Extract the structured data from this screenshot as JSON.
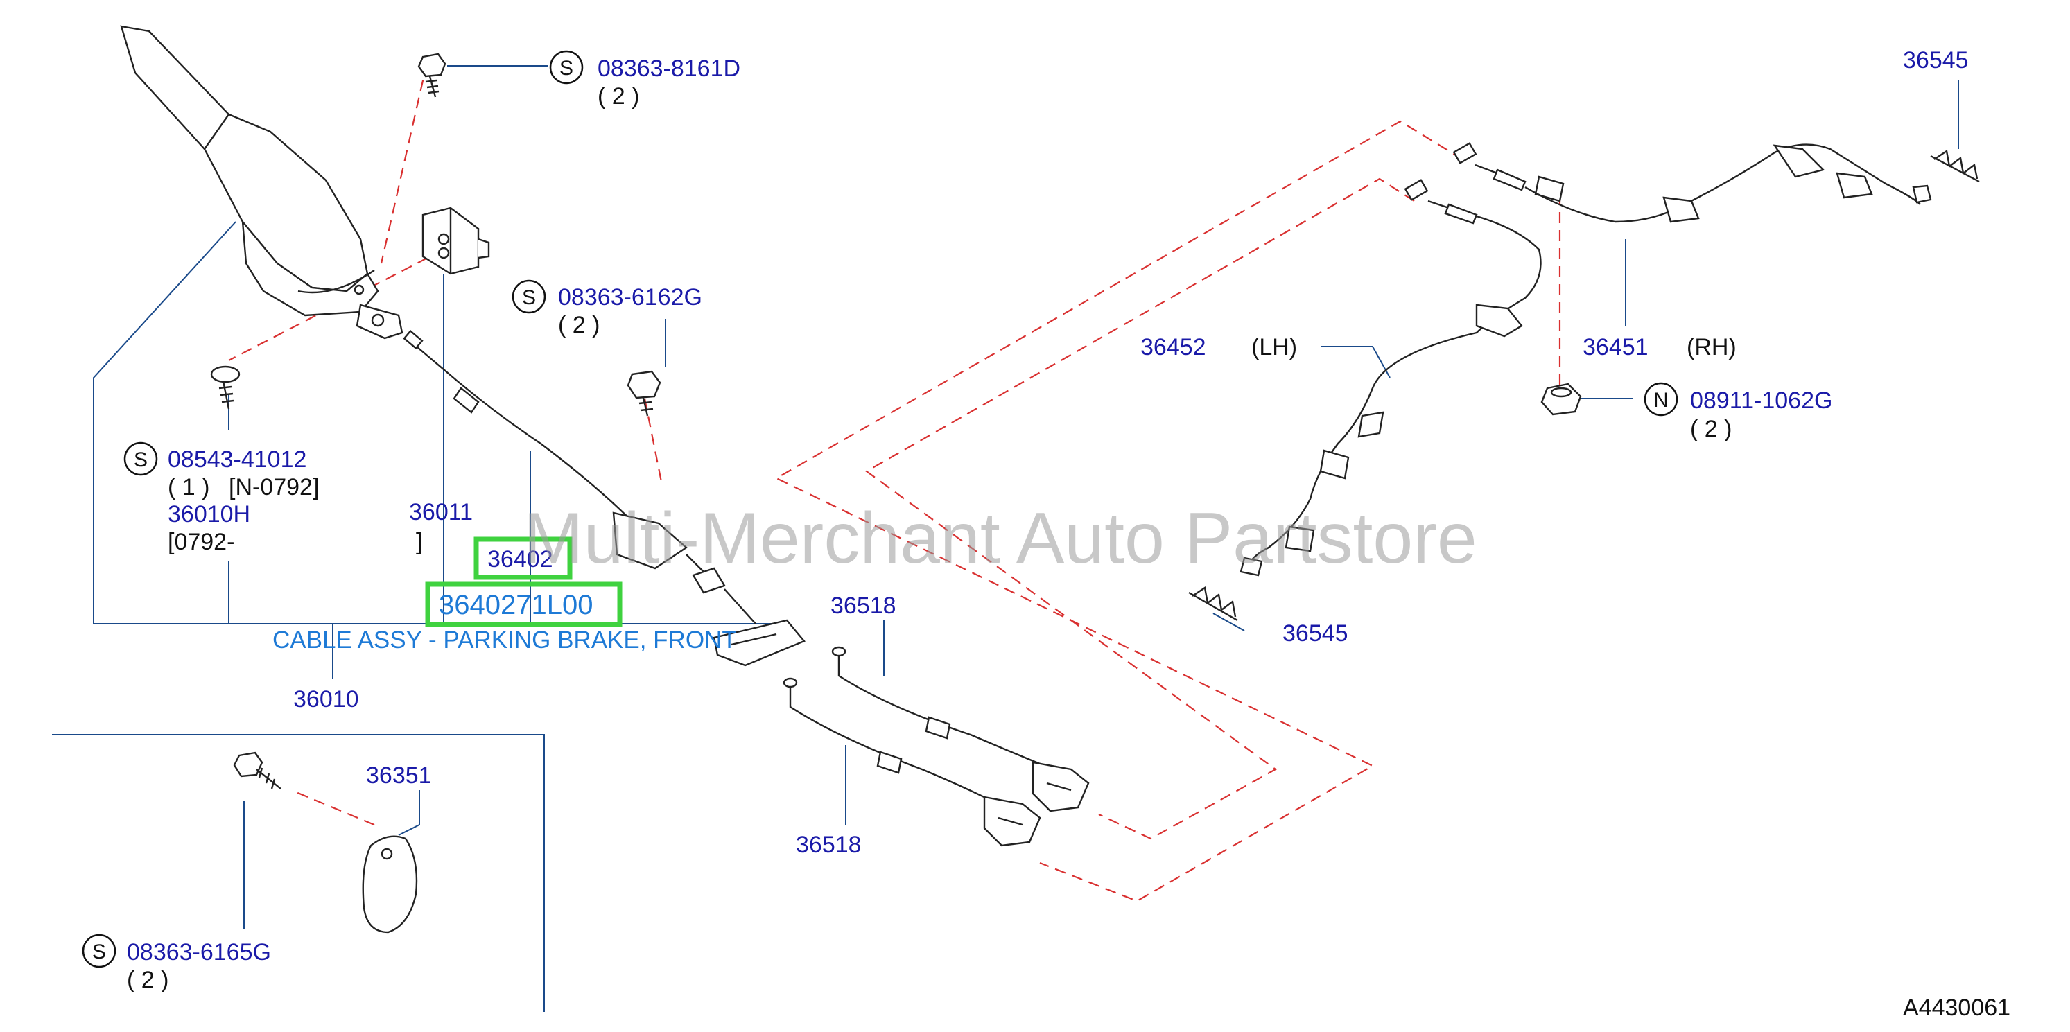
{
  "watermark": "Multi-Merchant Auto Partstore",
  "diagram_ref": "A4430061",
  "highlight": {
    "part_number": "36402",
    "catalog_number": "3640271L00",
    "description": "CABLE ASSY - PARKING BRAKE, FRONT"
  },
  "callouts": {
    "c1": {
      "marker": "S",
      "part": "08363-8161D",
      "qty": "( 2 )"
    },
    "c2": {
      "marker": "S",
      "part": "08363-6162G",
      "qty": "( 2 )"
    },
    "c3": {
      "marker": "S",
      "part": "08543-41012",
      "qty": "( 1 )",
      "range": "[N-0792]"
    },
    "c4": {
      "part": "36010H",
      "range": "[0792-",
      "range_end": "]"
    },
    "c5": {
      "part": "36011"
    },
    "c6": {
      "part": "36010"
    },
    "c7": {
      "part": "36351"
    },
    "c8": {
      "marker": "S",
      "part": "08363-6165G",
      "qty": "( 2 )"
    },
    "c9": {
      "part": "36518"
    },
    "c10": {
      "part": "36518"
    },
    "c11": {
      "part": "36545"
    },
    "c12": {
      "part": "36545"
    },
    "c13": {
      "part": "36452",
      "side": "(LH)"
    },
    "c14": {
      "part": "36451",
      "side": "(RH)"
    },
    "c15": {
      "marker": "N",
      "part": "08911-1062G",
      "qty": "( 2 )"
    }
  },
  "colors": {
    "part_number": "#1a1aa8",
    "dashed_line": "#d93030",
    "highlight_box": "#3fd23f",
    "description_text": "#1e7ad6"
  }
}
